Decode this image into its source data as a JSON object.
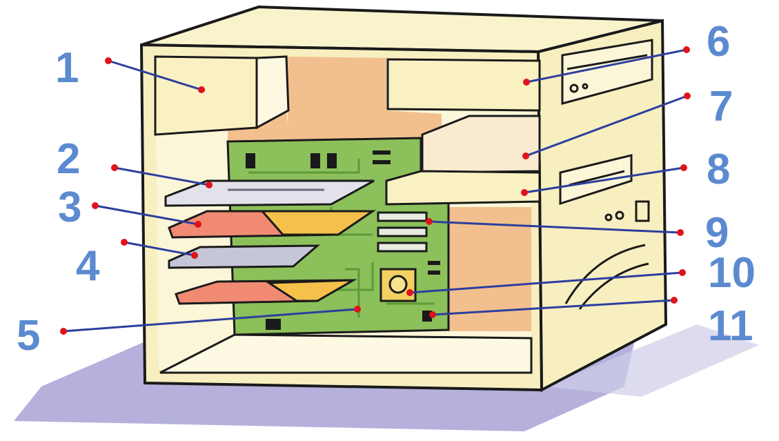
{
  "colors": {
    "number_text": "#5b8ad0",
    "leader_line": "#2c3e9e",
    "leader_dot": "#e0121b",
    "case_body": "#f7efc0",
    "case_inner": "#fbf6d8",
    "case_outline": "#1a1a1a",
    "back_panel": "#f2c08e",
    "motherboard": "#8cc05a",
    "shadow": "#a8a3d6"
  },
  "labels": [
    {
      "id": "1",
      "text": "1"
    },
    {
      "id": "2",
      "text": "2"
    },
    {
      "id": "3",
      "text": "3"
    },
    {
      "id": "4",
      "text": "4"
    },
    {
      "id": "5",
      "text": "5"
    },
    {
      "id": "6",
      "text": "6"
    },
    {
      "id": "7",
      "text": "7"
    },
    {
      "id": "8",
      "text": "8"
    },
    {
      "id": "9",
      "text": "9"
    },
    {
      "id": "10",
      "text": "10"
    },
    {
      "id": "11",
      "text": "11"
    }
  ]
}
